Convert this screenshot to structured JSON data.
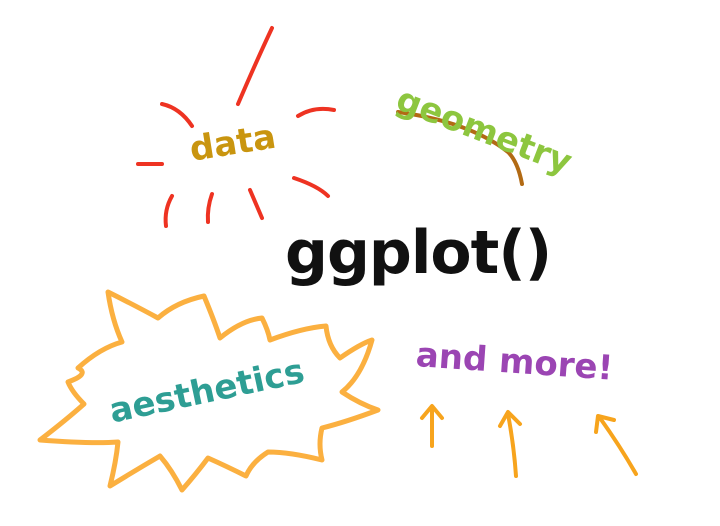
{
  "title": "ggplot()",
  "labels": {
    "data": "data",
    "geometry": "geometry",
    "aesthetics": "aesthetics",
    "more": "and more!"
  },
  "colors": {
    "title": "#111111",
    "data": "#c9950f",
    "geometry": "#8dc63f",
    "aesthetics": "#2e9e94",
    "more": "#9b45b3",
    "burst": "#ee3322",
    "underline": "#b26a14",
    "star": "#fbb040",
    "arrows": "#f7a41d"
  }
}
